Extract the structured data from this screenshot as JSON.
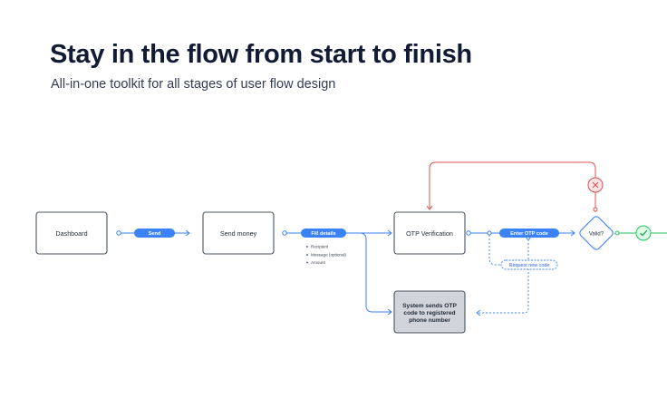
{
  "header": {
    "title": "Stay in the flow from start to finish",
    "subtitle": "All-in-one toolkit for all stages of user flow design"
  },
  "flow": {
    "nodes": {
      "dashboard": "Dashboard",
      "send_money": "Send money",
      "otp_verification": "OTP Verification",
      "decision": "Valid?",
      "system_lines": [
        "System sends OTP",
        "code to registered",
        "phone number"
      ]
    },
    "actions": {
      "send": "Send",
      "fill_details": "Fill details",
      "enter_otp": "Enter OTP code",
      "request_new_code": "Request new code"
    },
    "detail_fields": [
      "Recipient",
      "Message (optional)",
      "Amount"
    ],
    "icons": {
      "reject": "close-icon",
      "accept": "check-icon"
    }
  },
  "colors": {
    "accent": "#3b82f6",
    "error": "#d9534f",
    "success": "#22c55e",
    "title": "#111b33",
    "node_border": "#4b5563",
    "system_fill": "#d1d5db"
  }
}
